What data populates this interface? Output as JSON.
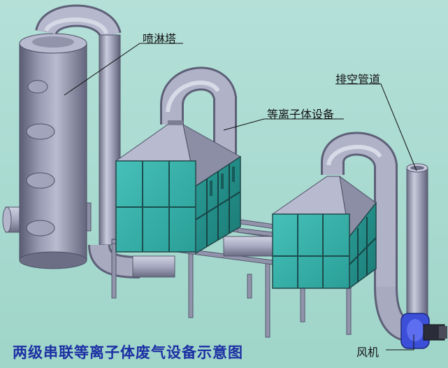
{
  "labels": {
    "spray_tower": "喷淋塔",
    "exhaust_pipe": "排空管道",
    "plasma_unit": "等离子体设备",
    "fan": "风机"
  },
  "caption": "两级串联等离子体废气设备示意图",
  "colors": {
    "background": "#a7dad0",
    "metal": "#9ea0b8",
    "metal_dark": "#6c6e86",
    "metal_light": "#d8dae8",
    "panel": "#37b2aa",
    "panel_dark": "#1e8d87",
    "fan": "#3c4fd8",
    "caption": "#1c2fa3"
  }
}
